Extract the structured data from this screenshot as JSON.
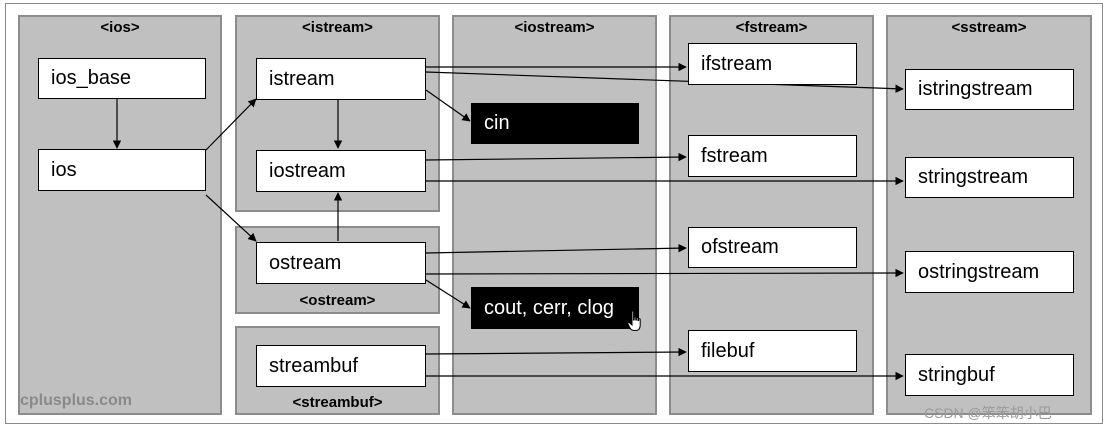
{
  "headers": {
    "ios": "<ios>",
    "istream": "<istream>",
    "ostream": "<ostream>",
    "streambuf": "<streambuf>",
    "iostream": "<iostream>",
    "fstream": "<fstream>",
    "sstream": "<sstream>"
  },
  "classes": {
    "ios_base": "ios_base",
    "ios": "ios",
    "istream": "istream",
    "iostream": "iostream",
    "ostream": "ostream",
    "streambuf": "streambuf",
    "cin": "cin",
    "cout": "cout, cerr, clog",
    "ifstream": "ifstream",
    "fstream": "fstream",
    "ofstream": "ofstream",
    "filebuf": "filebuf",
    "istringstream": "istringstream",
    "stringstream": "stringstream",
    "ostringstream": "ostringstream",
    "stringbuf": "stringbuf"
  },
  "watermarks": {
    "site": "cplusplus.com",
    "credit": "CSDN @笨笨胡小巴"
  },
  "colors": {
    "panel": "#c0c0c0",
    "panel_border": "#8c8c8c",
    "box": "#ffffff",
    "dark_box": "#000000"
  }
}
